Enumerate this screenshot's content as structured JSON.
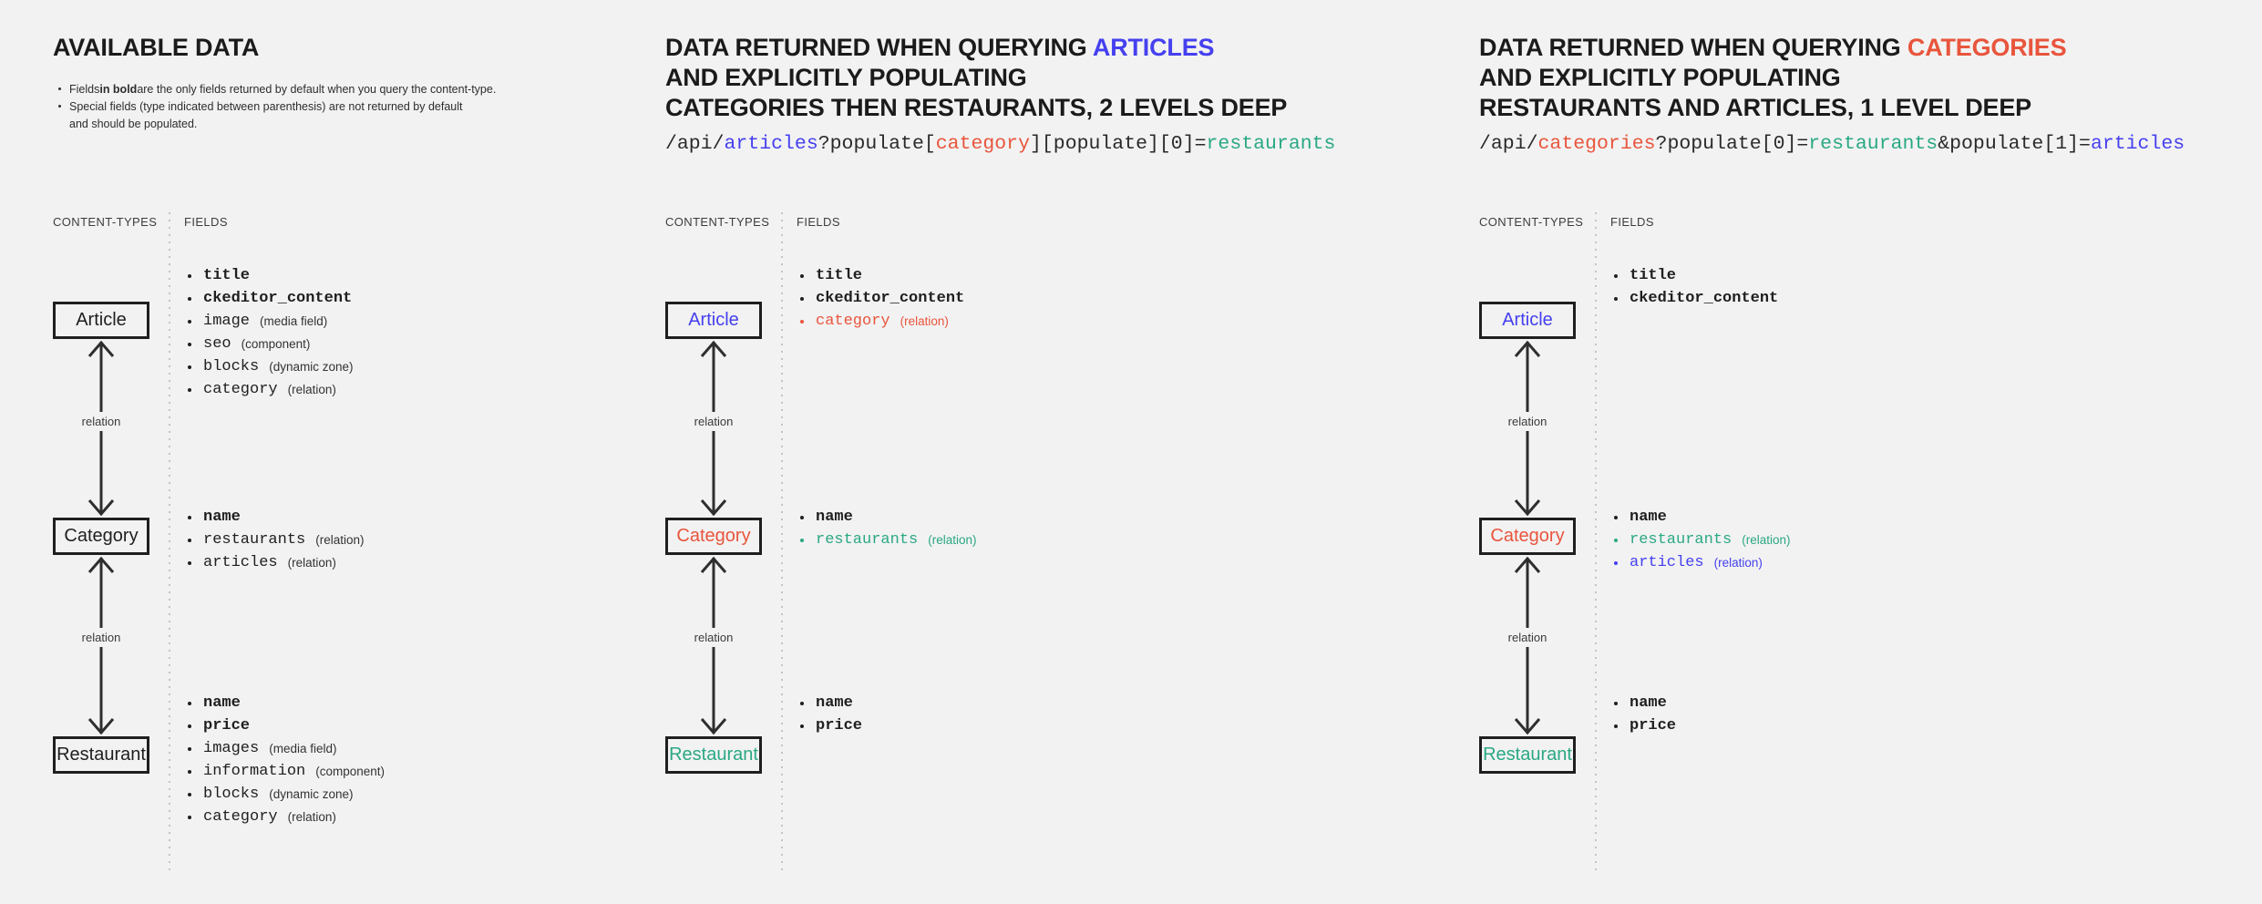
{
  "colors": {
    "background": "#f2f2f2",
    "dark": "#1f1f1f",
    "blue": "#4540ef",
    "red": "#e8553c",
    "teal": "#2aa884",
    "box_border": "#1f1f1f",
    "arrow": "#2e2e2e",
    "annotation_gray": "#333333"
  },
  "shared": {
    "content_types_header": "CONTENT-TYPES",
    "fields_header": "FIELDS",
    "relation_label": "relation"
  },
  "panels": [
    {
      "id": "available-data",
      "title_lines": [
        [
          {
            "t": "AVAILABLE DATA"
          }
        ]
      ],
      "notes": [
        {
          "bullet": true,
          "parts": [
            {
              "t": "Fields "
            },
            {
              "t": "in bold",
              "bold": true
            },
            {
              "t": " are the only fields returned by default when you query the content-type."
            }
          ]
        },
        {
          "bullet": true,
          "parts": [
            {
              "t": "Special fields (type indicated between parenthesis) are not returned by default"
            }
          ]
        },
        {
          "bullet": false,
          "parts": [
            {
              "t": "and should be populated."
            }
          ]
        }
      ],
      "code": [],
      "boxes": [
        {
          "label": "Article",
          "color": "dark",
          "fields": [
            {
              "name": "title",
              "bold": true,
              "color": "dark"
            },
            {
              "name": "ckeditor_content",
              "bold": true,
              "color": "dark"
            },
            {
              "name": "image",
              "color": "dark",
              "type": "(media field)"
            },
            {
              "name": "seo",
              "color": "dark",
              "type": "(component)"
            },
            {
              "name": "blocks",
              "color": "dark",
              "type": "(dynamic zone)"
            },
            {
              "name": "category",
              "color": "dark",
              "type": "(relation)"
            }
          ]
        },
        {
          "label": "Category",
          "color": "dark",
          "fields": [
            {
              "name": "name",
              "bold": true,
              "color": "dark"
            },
            {
              "name": "restaurants",
              "color": "dark",
              "type": "(relation)"
            },
            {
              "name": "articles",
              "color": "dark",
              "type": "(relation)"
            }
          ]
        },
        {
          "label": "Restaurant",
          "color": "dark",
          "fields": [
            {
              "name": "name",
              "bold": true,
              "color": "dark"
            },
            {
              "name": "price",
              "bold": true,
              "color": "dark"
            },
            {
              "name": "images",
              "color": "dark",
              "type": "(media field)"
            },
            {
              "name": "information",
              "color": "dark",
              "type": "(component)"
            },
            {
              "name": "blocks",
              "color": "dark",
              "type": "(dynamic zone)"
            },
            {
              "name": "category",
              "color": "dark",
              "type": "(relation)"
            }
          ]
        }
      ]
    },
    {
      "id": "query-articles",
      "title_lines": [
        [
          {
            "t": "DATA RETURNED WHEN QUERYING "
          },
          {
            "t": "ARTICLES",
            "color": "blue"
          }
        ],
        [
          {
            "t": "AND EXPLICITLY POPULATING"
          }
        ],
        [
          {
            "t": "CATEGORIES THEN RESTAURANTS, 2 LEVELS DEEP"
          }
        ]
      ],
      "notes": [],
      "code": [
        {
          "t": "/api/"
        },
        {
          "t": "articles",
          "color": "blue"
        },
        {
          "t": "?populate["
        },
        {
          "t": "category",
          "color": "red"
        },
        {
          "t": "][populate][0]="
        },
        {
          "t": "restaurants",
          "color": "teal"
        }
      ],
      "boxes": [
        {
          "label": "Article",
          "color": "blue",
          "fields": [
            {
              "name": "title",
              "bold": true,
              "color": "dark"
            },
            {
              "name": "ckeditor_content",
              "bold": true,
              "color": "dark"
            },
            {
              "name": "category",
              "color": "red",
              "type": "(relation)"
            }
          ]
        },
        {
          "label": "Category",
          "color": "red",
          "fields": [
            {
              "name": "name",
              "bold": true,
              "color": "dark"
            },
            {
              "name": "restaurants",
              "color": "teal",
              "type": "(relation)"
            }
          ]
        },
        {
          "label": "Restaurant",
          "color": "teal",
          "fields": [
            {
              "name": "name",
              "bold": true,
              "color": "dark"
            },
            {
              "name": "price",
              "bold": true,
              "color": "dark"
            }
          ]
        }
      ]
    },
    {
      "id": "query-categories",
      "title_lines": [
        [
          {
            "t": "DATA RETURNED WHEN QUERYING "
          },
          {
            "t": "CATEGORIES",
            "color": "red"
          }
        ],
        [
          {
            "t": "AND EXPLICITLY POPULATING"
          }
        ],
        [
          {
            "t": "RESTAURANTS AND ARTICLES, 1 LEVEL DEEP"
          }
        ]
      ],
      "notes": [],
      "code": [
        {
          "t": "/api/"
        },
        {
          "t": "categories",
          "color": "red"
        },
        {
          "t": "?populate[0]="
        },
        {
          "t": "restaurants",
          "color": "teal"
        },
        {
          "t": "&populate[1]="
        },
        {
          "t": "articles",
          "color": "blue"
        }
      ],
      "boxes": [
        {
          "label": "Article",
          "color": "blue",
          "fields": [
            {
              "name": "title",
              "bold": true,
              "color": "dark"
            },
            {
              "name": "ckeditor_content",
              "bold": true,
              "color": "dark"
            }
          ]
        },
        {
          "label": "Category",
          "color": "red",
          "fields": [
            {
              "name": "name",
              "bold": true,
              "color": "dark"
            },
            {
              "name": "restaurants",
              "color": "teal",
              "type": "(relation)"
            },
            {
              "name": "articles",
              "color": "blue",
              "type": "(relation)"
            }
          ]
        },
        {
          "label": "Restaurant",
          "color": "teal",
          "fields": [
            {
              "name": "name",
              "bold": true,
              "color": "dark"
            },
            {
              "name": "price",
              "bold": true,
              "color": "dark"
            }
          ]
        }
      ]
    }
  ]
}
